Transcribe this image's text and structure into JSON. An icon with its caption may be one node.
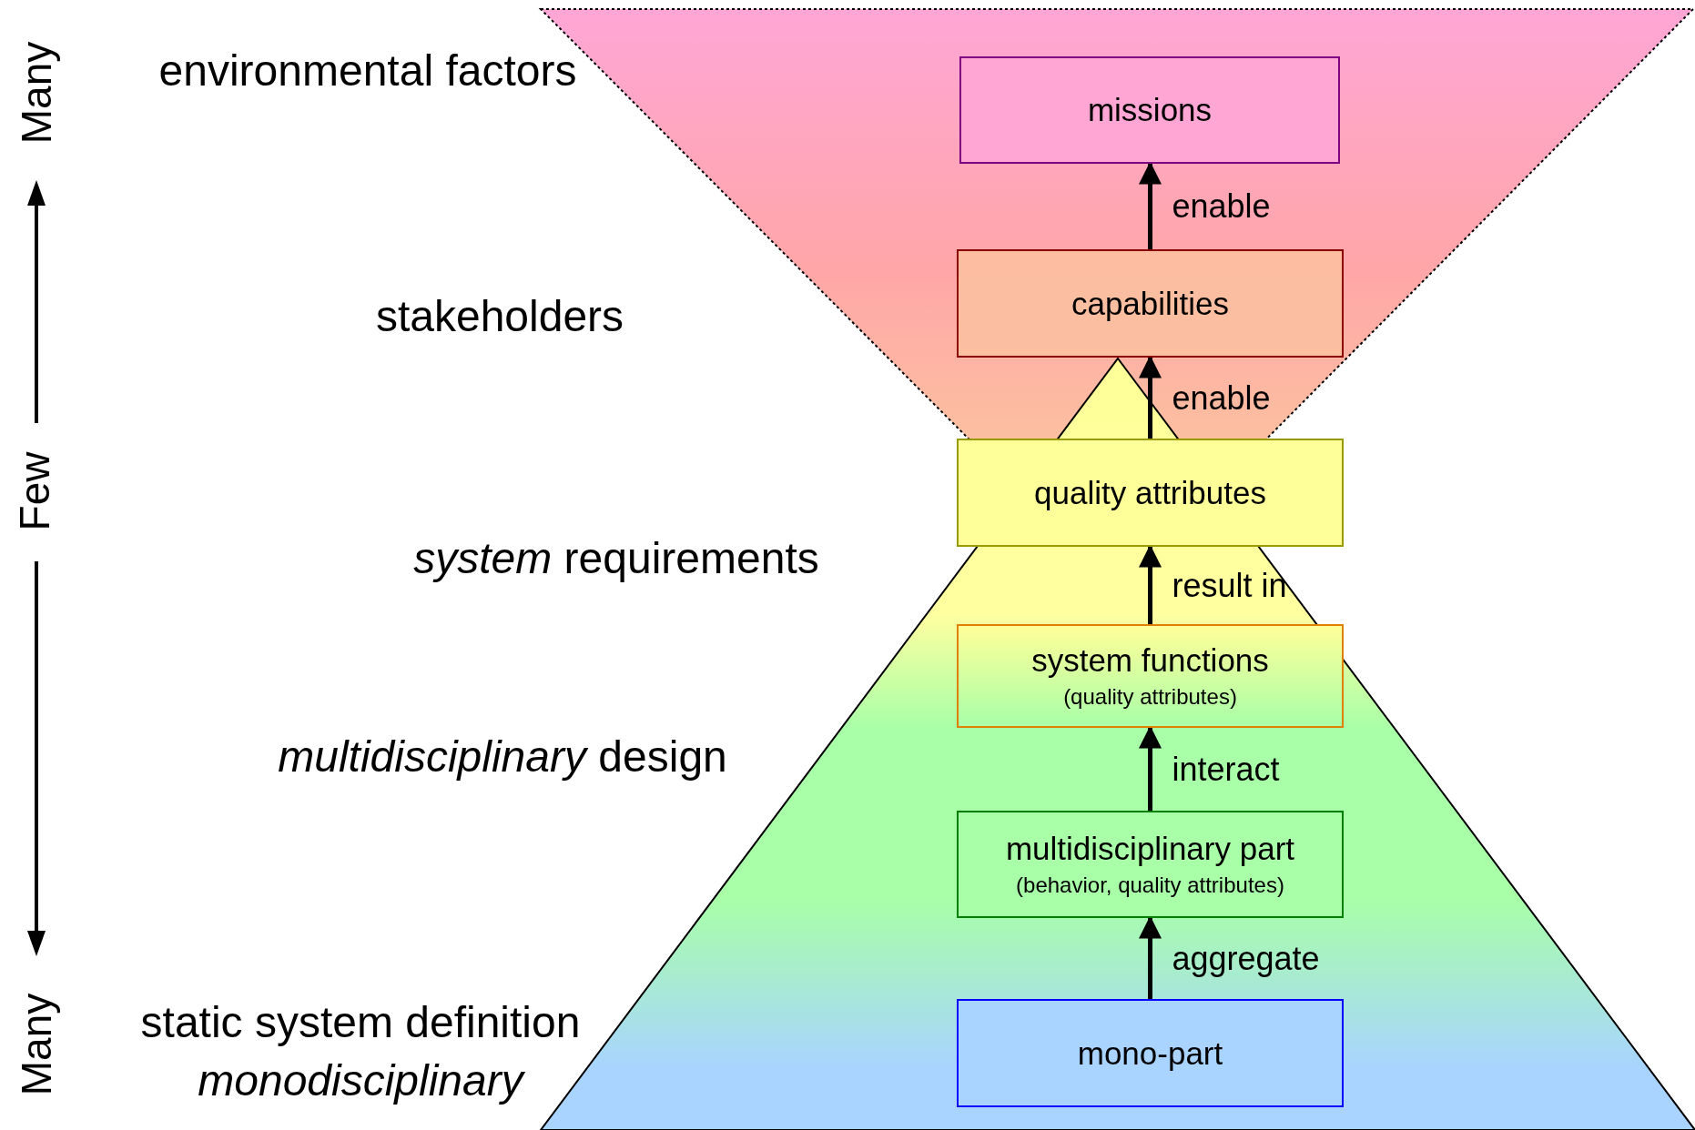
{
  "diagram": {
    "nodes": [
      {
        "text": [
          "missions"
        ]
      },
      {
        "text": [
          "capabilities"
        ]
      },
      {
        "text": [
          "quality attributes"
        ]
      },
      {
        "text": [
          "system functions",
          "(quality attributes)"
        ]
      },
      {
        "text": [
          "multidisciplinary part",
          "(behavior, quality attributes)"
        ]
      },
      {
        "text": [
          "mono-part"
        ]
      }
    ],
    "edges": [
      {
        "from": 1,
        "to": 0,
        "arrow": "to",
        "label": "enable"
      },
      {
        "from": 2,
        "to": 1,
        "arrow": "to",
        "label": "enable"
      },
      {
        "from": 3,
        "to": 2,
        "arrow": "to",
        "label": "result in"
      },
      {
        "from": 4,
        "to": 3,
        "arrow": "to",
        "label": "interact"
      },
      {
        "from": 5,
        "to": 4,
        "arrow": "to",
        "label": "aggregate"
      }
    ],
    "labels": [
      "Many",
      "environmental factors",
      "stakeholders",
      "Few",
      "*system* requirements",
      "*multidisciplinary* design",
      "Many",
      "static system definition *monodisciplinary*"
    ]
  }
}
